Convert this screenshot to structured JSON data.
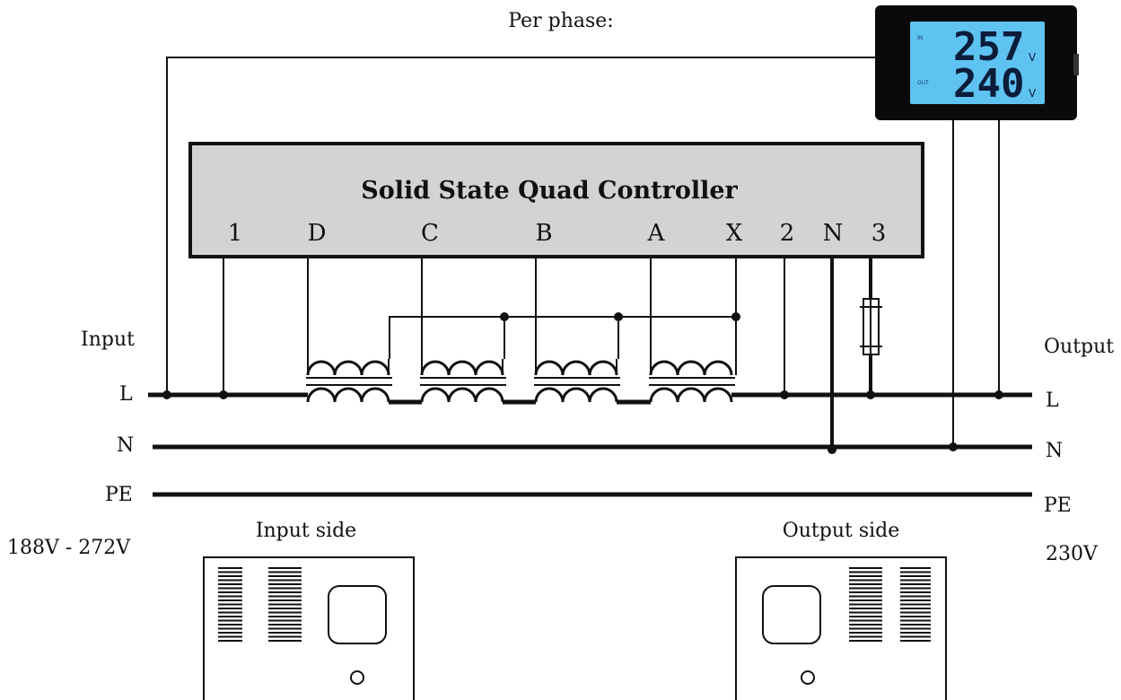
{
  "header": {
    "per_phase": "Per phase:"
  },
  "meter": {
    "input_reading": "257",
    "output_reading": "240",
    "unit": "V",
    "side_label_1": "IN",
    "side_label_2": "OUT",
    "colors": {
      "frame": "#0a0a0a",
      "screen": "#5fc3f2"
    }
  },
  "controller": {
    "title": "Solid State Quad Controller",
    "terminals": [
      "1",
      "D",
      "C",
      "B",
      "A",
      "X",
      "2",
      "N",
      "3"
    ]
  },
  "lines": {
    "input_heading": "Input",
    "output_heading": "Output",
    "left": {
      "L": "L",
      "N": "N",
      "PE": "PE"
    },
    "right": {
      "L": "L",
      "N": "N",
      "PE": "PE"
    },
    "input_voltage": "188V - 272V",
    "output_voltage": "230V"
  },
  "cabinets": {
    "input_label": "Input side",
    "output_label": "Output side"
  }
}
